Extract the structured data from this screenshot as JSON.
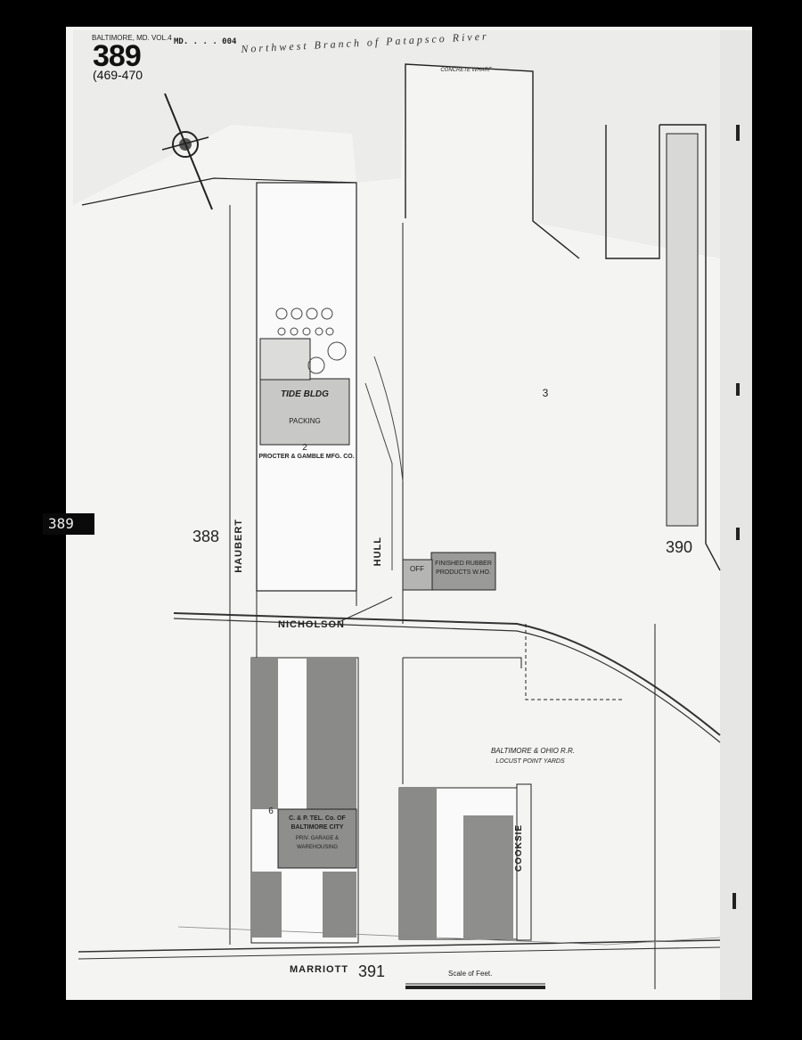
{
  "header": {
    "title": "BALTIMORE, MD. VOL.4",
    "sheet_number": "389",
    "volume_pages": "(469-470",
    "md_code": "MD. . . . 004"
  },
  "sheet_tab": "389",
  "waterway": "Northwest Branch of Patapsco River",
  "streets": {
    "haubert": "HAUBERT",
    "hull": "HULL",
    "nicholson": "NICHOLSON",
    "marriott": "MARRIOTT",
    "cooksie": "COOKSIE"
  },
  "adjoining_sheets": {
    "west": "388",
    "east": "390",
    "south": "391"
  },
  "buildings": {
    "tide_bldg": "TIDE BLDG",
    "tide_bldg_note": "PACKING",
    "procter_number": "2",
    "procter": "PROCTER & GAMBLE MFG. CO.",
    "finished_rubber": "FINISHED RUBBER PRODUCTS W.HO.",
    "office": "OFF",
    "bo_railroad": "BALTIMORE & OHIO R.R.",
    "locust_point": "LOCUST POINT YARDS",
    "cp_tel": "C. & P. TEL. Co. OF BALTIMORE CITY",
    "cp_tel_note": "PRIV. GARAGE & WAREHOUSING",
    "yard_number": "3",
    "block_number": "6",
    "concrete_wharf": "CONCRETE WHARF"
  },
  "scale_label": "Scale of Feet.",
  "colors": {
    "paper": "#f4f4f2",
    "ink": "#222222",
    "border": "#000000",
    "shade": "#8a8a8a"
  }
}
